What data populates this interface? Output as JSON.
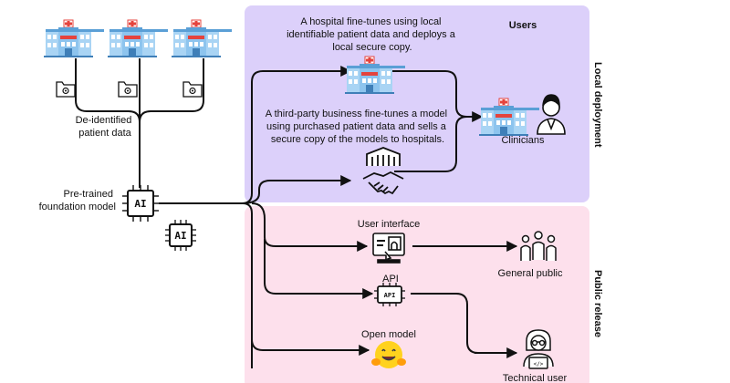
{
  "nodes": {
    "deidentified": [
      "De-identified",
      "patient data"
    ],
    "foundation": [
      "Pre-trained",
      "foundation model"
    ],
    "hospital_finetune": [
      "A hospital fine-tunes using local",
      "identifiable patient data and deploys a",
      "local secure copy."
    ],
    "business_finetune": [
      "A third-party business fine-tunes a model",
      "using purchased patient data and sells a",
      "secure copy of the models to hospitals."
    ],
    "users": "Users",
    "clinicians": "Clinicians",
    "user_interface": "User interface",
    "general_public": "General public",
    "api": "API",
    "open_model": "Open model",
    "technical_user": "Technical user"
  },
  "regions": {
    "local": "Local deployment",
    "public": "Public release"
  },
  "icons": {
    "chip_text": "AI",
    "api_text": "API",
    "hospital_sign": "HOSPITAL"
  },
  "colors": {
    "local_bg": "#dcd0fa",
    "public_bg": "#fde0ec",
    "hospital_blue": "#7ab8ea",
    "hospital_red": "#e4433d",
    "emoji_yellow": "#ffd21e"
  }
}
